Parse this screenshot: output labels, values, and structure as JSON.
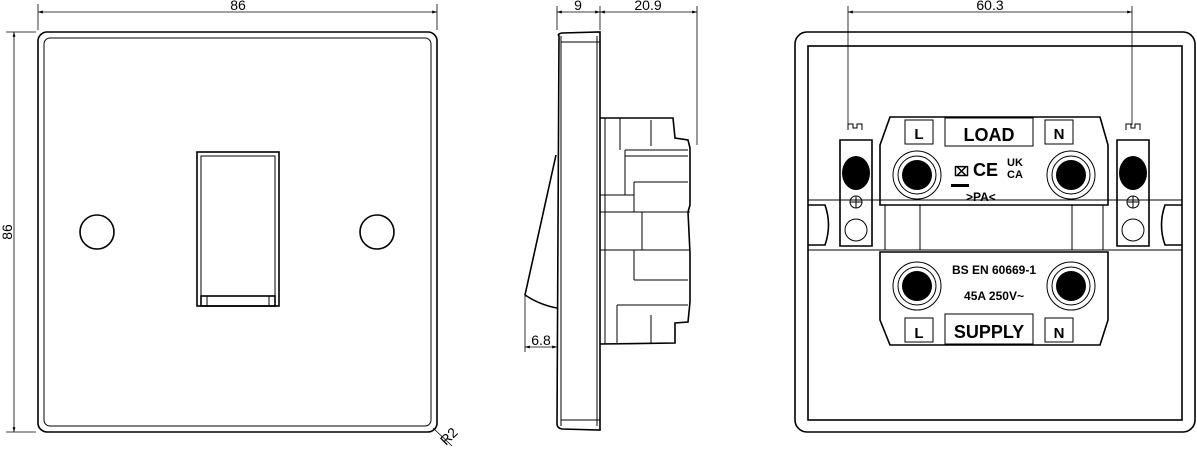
{
  "front_view": {
    "dim_width": "86",
    "dim_height": "86",
    "dim_radius": "R2"
  },
  "side_view": {
    "dim_plate_depth": "9",
    "dim_body_depth": "20.9",
    "dim_rocker_projection": "6.8"
  },
  "rear_view": {
    "dim_fixing_centres": "60.3",
    "load_label": "LOAD",
    "supply_label": "SUPPLY",
    "live_label": "L",
    "neutral_label": "N",
    "pa_mark": ">PA<",
    "ce_mark": "CE",
    "ukca_mark_top": "UK",
    "ukca_mark_bottom": "CA",
    "standard": "BS EN 60669-1",
    "rating": "45A 250V~"
  }
}
